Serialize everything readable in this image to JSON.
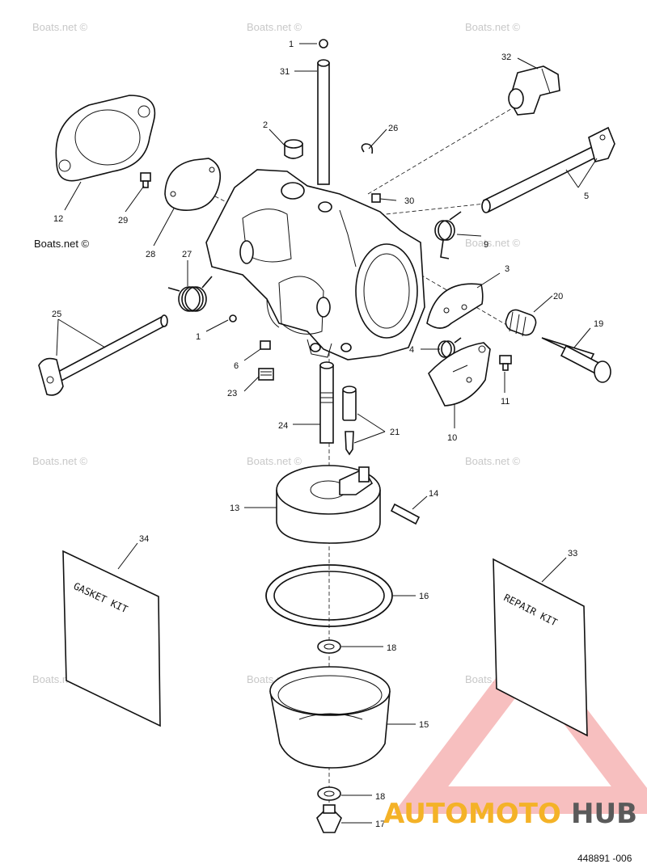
{
  "watermark_text": "Boats.net ©",
  "callouts": [
    "1",
    "31",
    "2",
    "26",
    "32",
    "5",
    "12",
    "29",
    "28",
    "30",
    "9",
    "27",
    "3",
    "20",
    "19",
    "25",
    "1",
    "6",
    "4",
    "11",
    "23",
    "10",
    "24",
    "21",
    "14",
    "13",
    "34",
    "33",
    "16",
    "18",
    "15",
    "18",
    "17"
  ],
  "gasket_kit_label": "GASKET KIT",
  "repair_kit_label": "REPAIR KIT",
  "brand": {
    "part1": "AUTOMOTO",
    "part2": "HUB",
    "color_primary": "#f4b227",
    "color_secondary": "#5a5a5a",
    "triangle_color": "#f08a8a"
  },
  "figure_code": "448891 -006"
}
